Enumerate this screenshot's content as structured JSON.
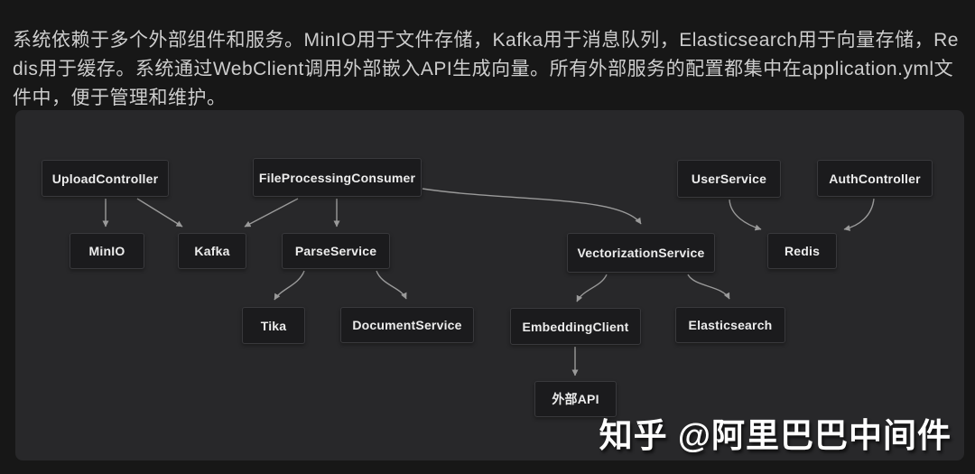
{
  "intro": {
    "text": "系统依赖于多个外部组件和服务。MinIO用于文件存储，Kafka用于消息队列，Elasticsearch用于向量存储，Redis用于缓存。系统通过WebClient调用外部嵌入API生成向量。所有外部服务的配置都集中在application.yml文件中，便于管理和维护。"
  },
  "diagram": {
    "nodes": [
      {
        "id": "upload",
        "label": "UploadController"
      },
      {
        "id": "fpc",
        "label": "FileProcessingConsumer"
      },
      {
        "id": "user",
        "label": "UserService"
      },
      {
        "id": "auth",
        "label": "AuthController"
      },
      {
        "id": "minio",
        "label": "MinIO"
      },
      {
        "id": "kafka",
        "label": "Kafka"
      },
      {
        "id": "parse",
        "label": "ParseService"
      },
      {
        "id": "vec",
        "label": "VectorizationService"
      },
      {
        "id": "redis",
        "label": "Redis"
      },
      {
        "id": "tika",
        "label": "Tika"
      },
      {
        "id": "doc",
        "label": "DocumentService"
      },
      {
        "id": "embed",
        "label": "EmbeddingClient"
      },
      {
        "id": "es",
        "label": "Elasticsearch"
      },
      {
        "id": "api",
        "label": "外部API"
      }
    ],
    "edges": [
      {
        "from": "upload",
        "to": "minio"
      },
      {
        "from": "upload",
        "to": "kafka"
      },
      {
        "from": "fpc",
        "to": "kafka"
      },
      {
        "from": "fpc",
        "to": "parse"
      },
      {
        "from": "fpc",
        "to": "vec"
      },
      {
        "from": "parse",
        "to": "tika"
      },
      {
        "from": "parse",
        "to": "doc"
      },
      {
        "from": "vec",
        "to": "embed"
      },
      {
        "from": "vec",
        "to": "es"
      },
      {
        "from": "user",
        "to": "redis"
      },
      {
        "from": "auth",
        "to": "redis"
      },
      {
        "from": "embed",
        "to": "api"
      }
    ]
  },
  "watermark": {
    "text": "知乎 @阿里巴巴中间件"
  },
  "colors": {
    "page_bg": "#171717",
    "panel_bg": "#28282a",
    "node_bg": "#1b1b1d",
    "node_border": "#39393c",
    "node_text": "#ececec",
    "intro_text": "#cdcdcd",
    "arrow": "#9a9a9a",
    "watermark": "#ffffff"
  }
}
